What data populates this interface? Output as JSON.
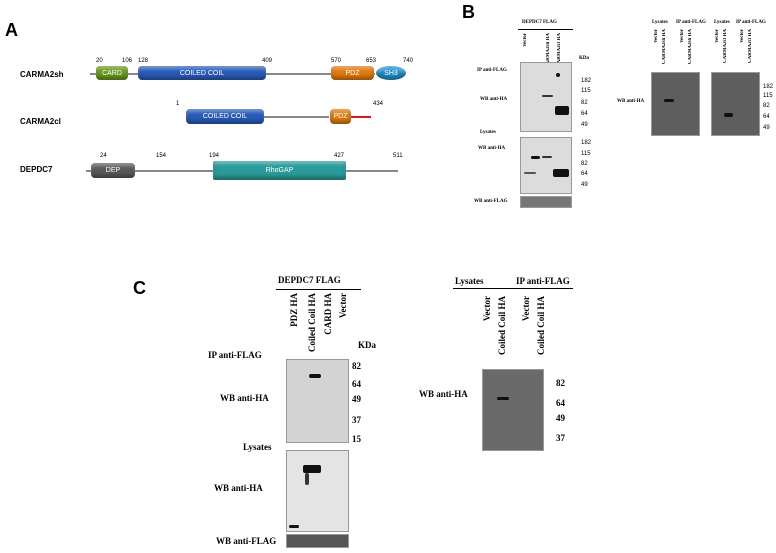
{
  "panels": {
    "a": "A",
    "b": "B",
    "c": "C"
  },
  "panel_a": {
    "proteins": [
      {
        "name": "CARMA2sh",
        "numbers": [
          "20",
          "106",
          "128",
          "409",
          "570",
          "653",
          "740"
        ],
        "domains": [
          {
            "label": "CARD",
            "color": "#6a9a1f"
          },
          {
            "label": "COILED COIL",
            "color": "#2a5bb8"
          },
          {
            "label": "PDZ",
            "color": "#e07a10"
          },
          {
            "label": "SH3",
            "color": "#1f8fc8"
          }
        ]
      },
      {
        "name": "CARMA2cl",
        "numbers": [
          "1",
          "434"
        ],
        "domains": [
          {
            "label": "COILED COIL",
            "color": "#2a5bb8"
          },
          {
            "label": "PDZ",
            "color": "#e07a10"
          }
        ]
      },
      {
        "name": "DEPDC7",
        "numbers": [
          "24",
          "154",
          "194",
          "427",
          "511"
        ],
        "domains": [
          {
            "label": "DEP",
            "color": "#5a5a5a"
          },
          {
            "label": "RhoGAP",
            "color": "#2a9a9a"
          }
        ]
      }
    ]
  },
  "panel_b": {
    "left": {
      "header": "DEPDC7 FLAG",
      "lanes": [
        "Vector",
        "CARMA2sh HA",
        "CARMA2cl HA"
      ],
      "kda": "KDa",
      "ip": "IP anti-FLAG",
      "wb_ha": "WB anti-HA",
      "lysates": "Lysates",
      "wb_ha2": "WB anti-HA",
      "wb_flag": "WB anti-FLAG",
      "mw_top": [
        "182",
        "115",
        "82",
        "64",
        "49"
      ],
      "mw_bottom": [
        "182",
        "115",
        "82",
        "64",
        "49"
      ]
    },
    "right": {
      "wb_ha": "WB anti-HA",
      "blot1": {
        "lysates": "Lysates",
        "ip": "IP anti-FLAG",
        "lanes": [
          "Vector",
          "CARMA2sh HA",
          "Vector",
          "CARMA2sh HA"
        ]
      },
      "blot2": {
        "lysates": "Lysates",
        "ip": "IP anti-FLAG",
        "lanes": [
          "Vector",
          "CARMA2cl HA",
          "Vector",
          "CARMA2cl HA"
        ]
      },
      "mw": [
        "182",
        "115",
        "82",
        "64",
        "49"
      ]
    }
  },
  "panel_c": {
    "left": {
      "header": "DEPDC7 FLAG",
      "lanes": [
        "PDZ HA",
        "Coiled Coil HA",
        "CARD HA",
        "Vector"
      ],
      "kda": "KDa",
      "ip": "IP anti-FLAG",
      "wb_ha": "WB anti-HA",
      "lysates": "Lysates",
      "wb_ha2": "WB  anti-HA",
      "wb_flag": "WB anti-FLAG",
      "mw": [
        "82",
        "64",
        "49",
        "37",
        "15"
      ]
    },
    "right": {
      "lysates": "Lysates",
      "ip": "IP anti-FLAG",
      "lanes": [
        "Vector",
        "Coiled Coil HA",
        "Vector",
        "Coiled Coil HA"
      ],
      "wb_ha": "WB anti-HA",
      "mw": [
        "82",
        "64",
        "49",
        "37"
      ]
    }
  }
}
